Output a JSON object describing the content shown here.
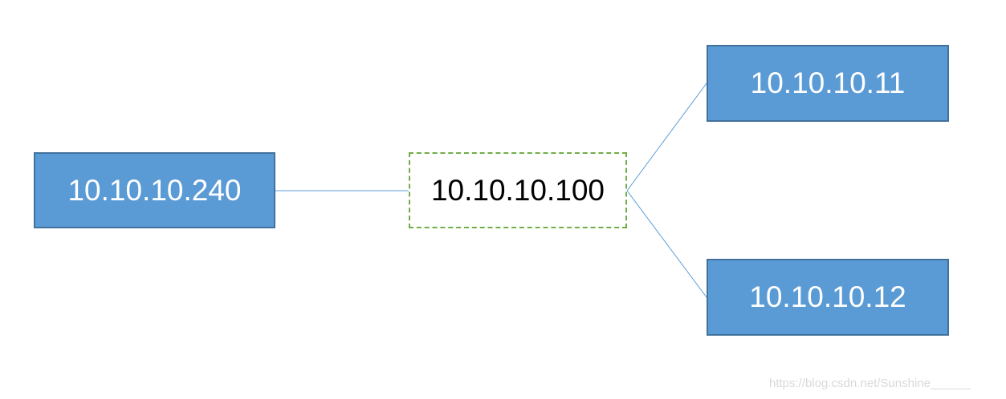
{
  "diagram": {
    "nodes": [
      {
        "id": "node-240",
        "label": "10.10.10.240",
        "style": "solid-blue"
      },
      {
        "id": "node-100",
        "label": "10.10.10.100",
        "style": "dashed-green"
      },
      {
        "id": "node-11",
        "label": "10.10.10.11",
        "style": "solid-blue"
      },
      {
        "id": "node-12",
        "label": "10.10.10.12",
        "style": "solid-blue"
      }
    ],
    "edges": [
      {
        "from": "10.10.10.240",
        "to": "10.10.10.100"
      },
      {
        "from": "10.10.10.100",
        "to": "10.10.10.11"
      },
      {
        "from": "10.10.10.100",
        "to": "10.10.10.12"
      }
    ],
    "colors": {
      "node_fill": "#5b9bd5",
      "node_border": "#41719c",
      "node_text": "#ffffff",
      "vip_border": "#70ad47",
      "vip_text": "#000000",
      "connector": "#5b9bd5"
    }
  },
  "watermark": "https://blog.csdn.net/Sunshine______"
}
